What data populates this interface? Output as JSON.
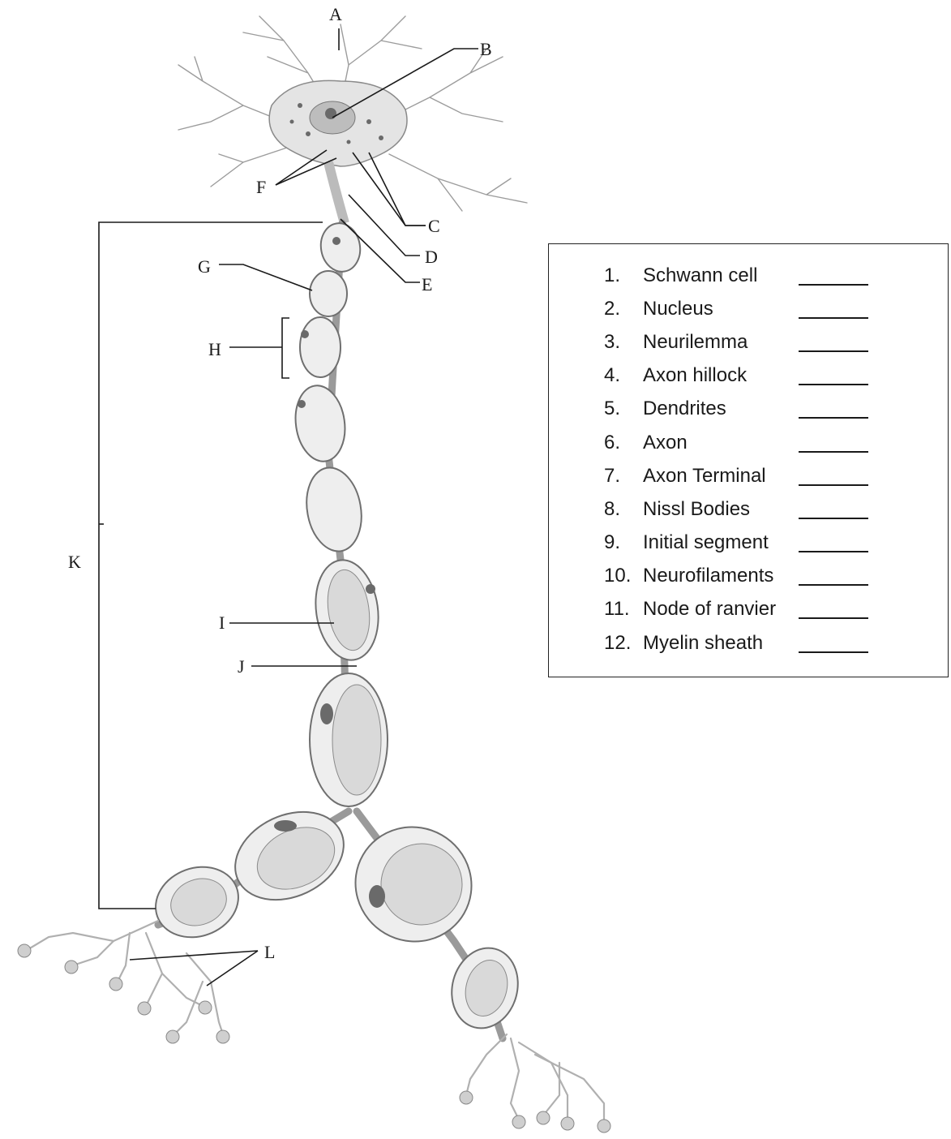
{
  "diagram": {
    "callouts": [
      "A",
      "B",
      "C",
      "D",
      "E",
      "F",
      "G",
      "H",
      "I",
      "J",
      "K",
      "L"
    ]
  },
  "legend": {
    "items": [
      {
        "num": "1.",
        "term": "Schwann cell"
      },
      {
        "num": "2.",
        "term": "Nucleus"
      },
      {
        "num": "3.",
        "term": "Neurilemma"
      },
      {
        "num": "4.",
        "term": "Axon hillock"
      },
      {
        "num": "5.",
        "term": "Dendrites"
      },
      {
        "num": "6.",
        "term": "Axon"
      },
      {
        "num": "7.",
        "term": "Axon Terminal"
      },
      {
        "num": "8.",
        "term": "Nissl Bodies"
      },
      {
        "num": "9.",
        "term": "Initial segment"
      },
      {
        "num": "10.",
        "term": "Neurofilaments"
      },
      {
        "num": "11.",
        "term": "Node of ranvier"
      },
      {
        "num": "12.",
        "term": "Myelin sheath"
      }
    ]
  }
}
